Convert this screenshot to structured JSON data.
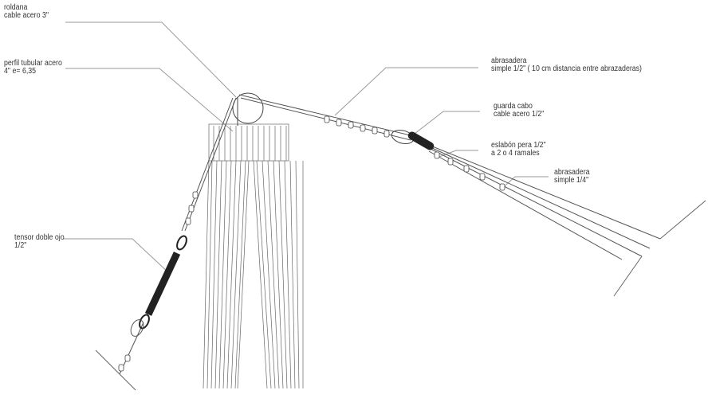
{
  "labels": {
    "roldana": {
      "line1": "roldana",
      "line2": "cable acero 3\""
    },
    "perfil": {
      "line1": "perfil tubular acero",
      "line2": "4\" e= 6,35"
    },
    "abrasadera_half": {
      "line1": "abrasadera",
      "line2": "simple 1/2\" ( 10 cm distancia entre abrazaderas)"
    },
    "guarda_cabo": {
      "line1": "guarda cabo",
      "line2": "cable acero 1/2\""
    },
    "eslabon": {
      "line1": "eslabón pera 1/2\"",
      "line2": "a 2 o 4 ramales"
    },
    "abrasadera_quarter": {
      "line1": "abrasadera",
      "line2": "simple 1/4\""
    },
    "tensor": {
      "line1": "tensor doble ojo",
      "line2": "1/2\""
    }
  },
  "colors": {
    "line": "#555555",
    "leader": "#9a9a9a",
    "dark": "#222222"
  }
}
